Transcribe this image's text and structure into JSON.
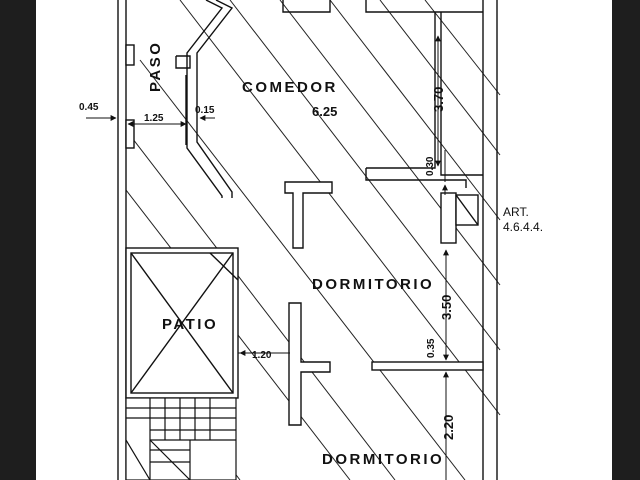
{
  "plan": {
    "rooms": {
      "comedor": "COMEDOR",
      "comedor_area": "6.25",
      "dormitorio_1": "DORMITORIO",
      "dormitorio_2": "DORMITORIO",
      "patio": "PATIO",
      "paso": "PASO"
    },
    "dims": {
      "d045": "0.45",
      "d125": "1.25",
      "d015": "0.15",
      "d370": "3.70",
      "d030": "0.30",
      "d350": "3.50",
      "d035": "0.35",
      "d120": "1.20",
      "d220": "2.20"
    },
    "notes": {
      "art_1": "ART.",
      "art_2": "4.6.4.4."
    }
  },
  "colors": {
    "background": "#1e1e1e",
    "paper": "#ffffff",
    "ink": "#111111"
  }
}
